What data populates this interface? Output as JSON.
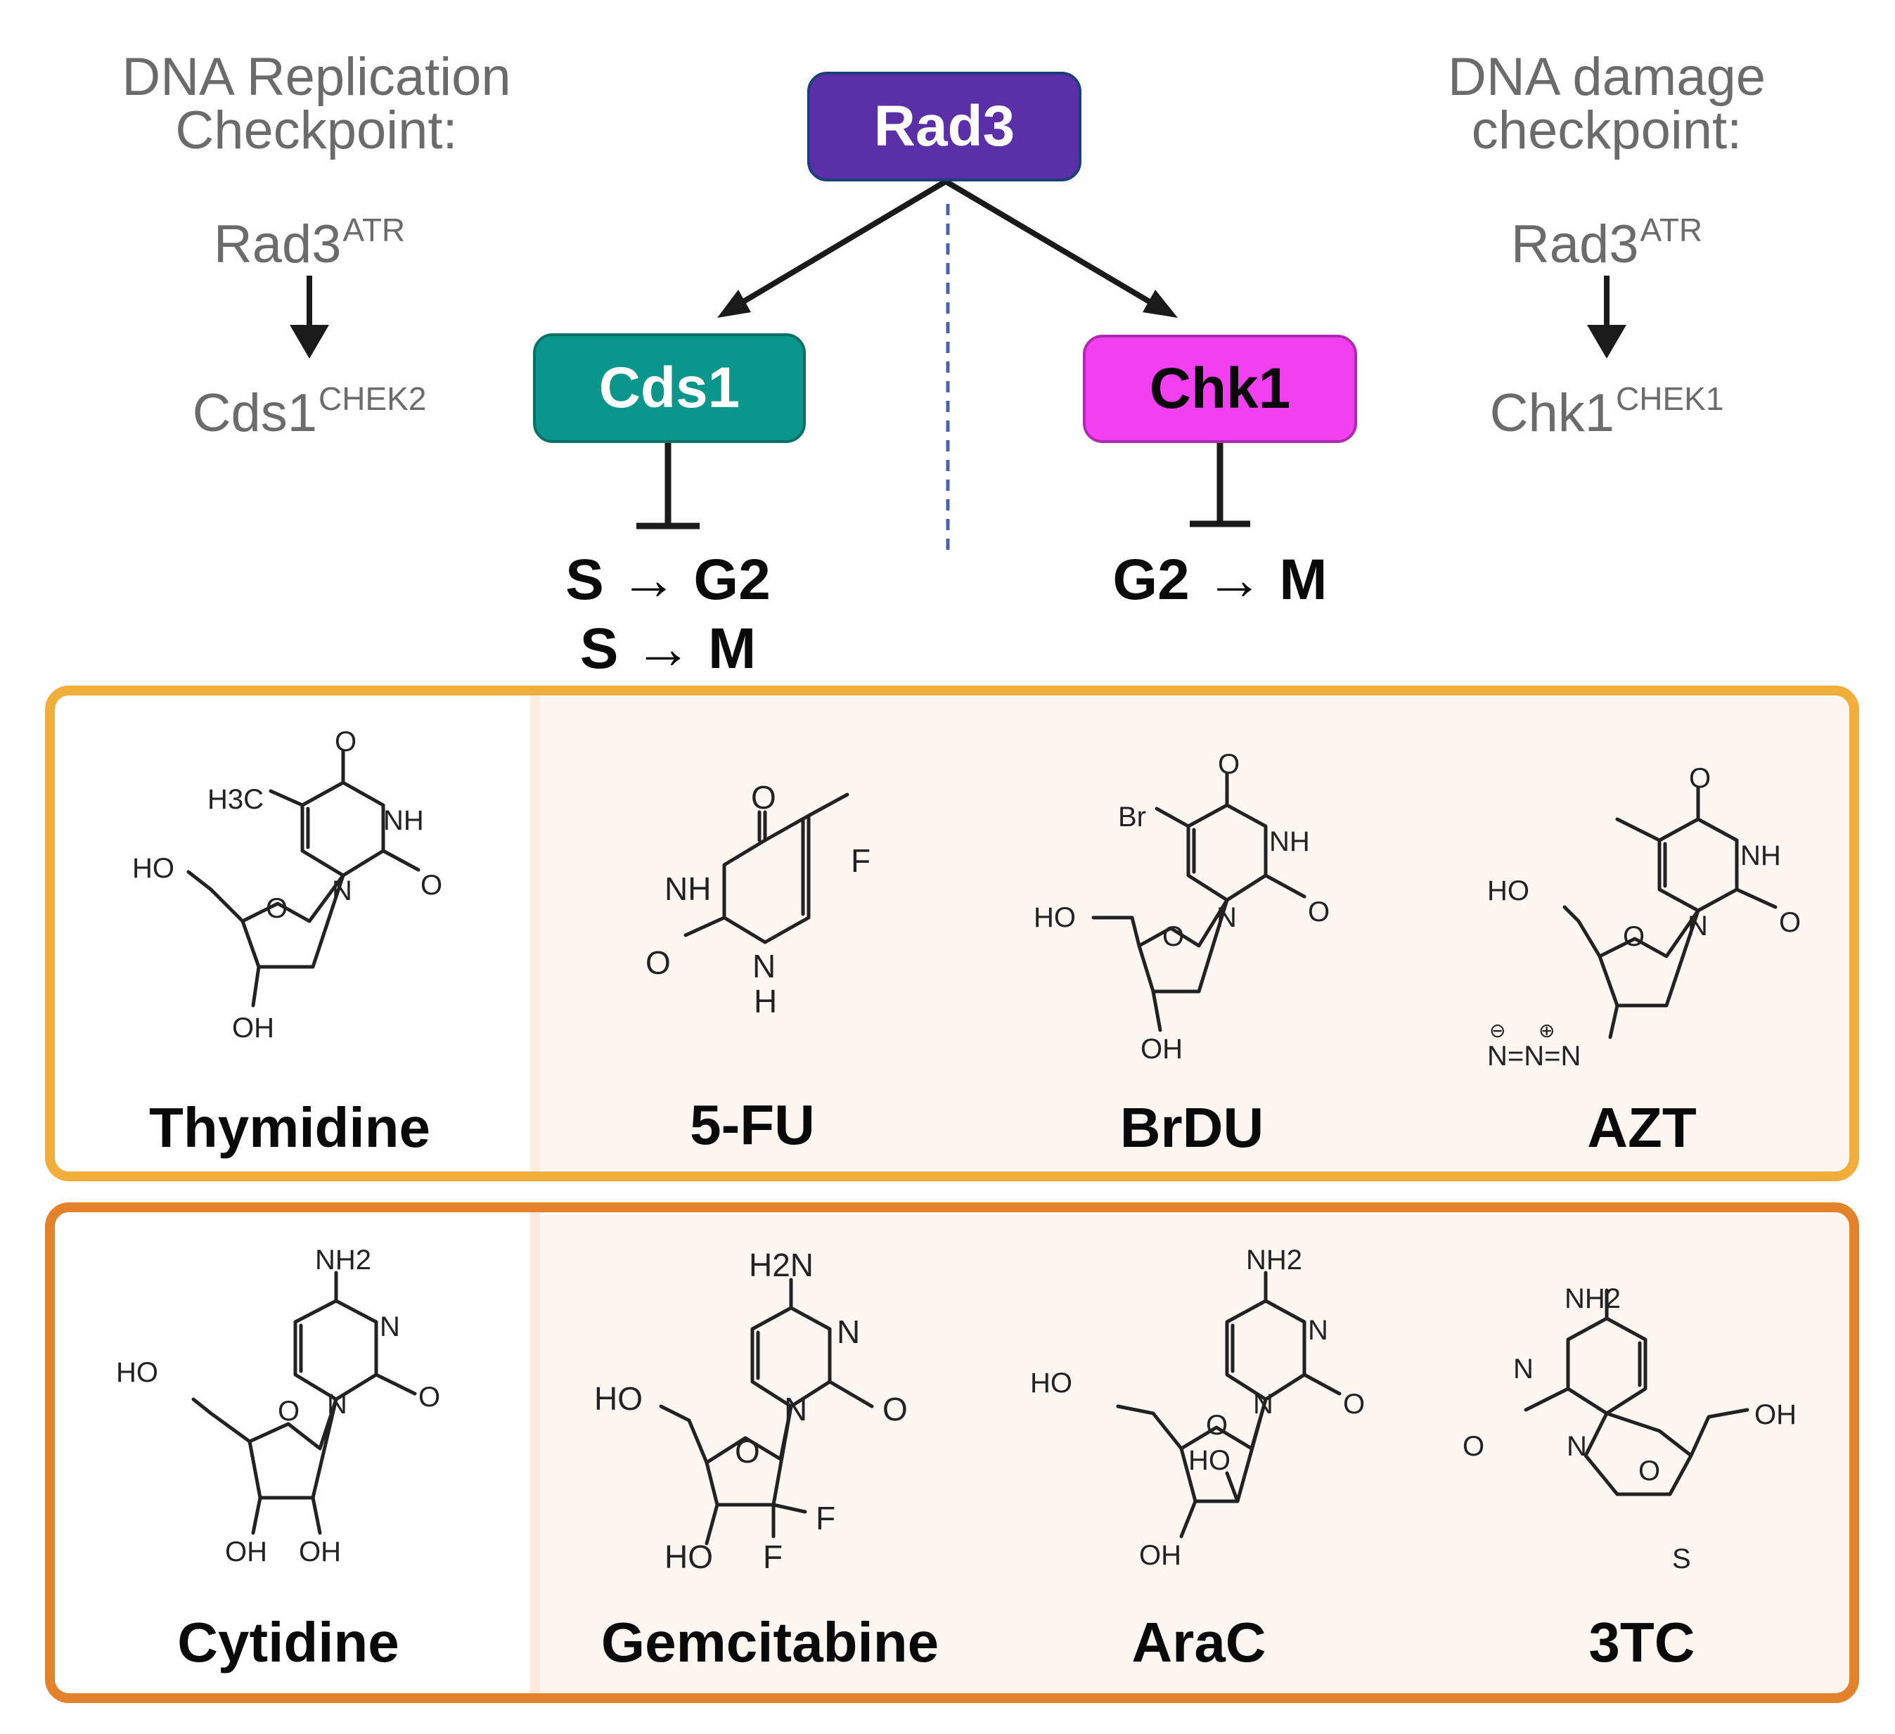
{
  "left_checkpoint": {
    "title_line1": "DNA Replication",
    "title_line2": "Checkpoint:",
    "upstream": "Rad3",
    "upstream_sup": "ATR",
    "downstream": "Cds1",
    "downstream_sup": "CHEK2"
  },
  "right_checkpoint": {
    "title_line1": "DNA damage",
    "title_line2": "checkpoint:",
    "upstream": "Rad3",
    "upstream_sup": "ATR",
    "downstream": "Chk1",
    "downstream_sup": "CHEK1"
  },
  "nodes": {
    "rad3": {
      "label": "Rad3",
      "color": "#5b2fa8"
    },
    "cds1": {
      "label": "Cds1",
      "color": "#0b968c"
    },
    "chk1": {
      "label": "Chk1",
      "color": "#f23ff0"
    }
  },
  "transitions": {
    "cds1_line1": "S → G2",
    "cds1_line2": "S → M",
    "chk1_line1": "G2 → M"
  },
  "thymidine_panel": {
    "border_color": "#f1ae3b",
    "molecules": [
      {
        "name": "Thymidine",
        "atoms": [
          "O",
          "H3C",
          "NH",
          "O",
          "N",
          "HO",
          "O",
          "OH"
        ]
      },
      {
        "name": "5-FU",
        "atoms": [
          "O",
          "F",
          "NH",
          "O",
          "N",
          "H"
        ]
      },
      {
        "name": "BrDU",
        "atoms": [
          "O",
          "Br",
          "NH",
          "O",
          "N",
          "HO",
          "O",
          "OH"
        ]
      },
      {
        "name": "AZT",
        "atoms": [
          "O",
          "NH",
          "O",
          "N",
          "HO",
          "O",
          "N=N=N",
          "⊖",
          "⊕"
        ]
      }
    ]
  },
  "cytidine_panel": {
    "border_color": "#e4812b",
    "molecules": [
      {
        "name": "Cytidine",
        "atoms": [
          "NH2",
          "N",
          "O",
          "N",
          "HO",
          "O",
          "OH",
          "OH"
        ]
      },
      {
        "name": "Gemcitabine",
        "atoms": [
          "H2N",
          "N",
          "O",
          "N",
          "HO",
          "O",
          "F",
          "HO",
          "F"
        ]
      },
      {
        "name": "AraC",
        "atoms": [
          "NH2",
          "N",
          "O",
          "N",
          "HO",
          "O",
          "HO",
          "OH"
        ]
      },
      {
        "name": "3TC",
        "atoms": [
          "NH2",
          "N",
          "O",
          "N",
          "O",
          "OH",
          "S"
        ]
      }
    ]
  }
}
